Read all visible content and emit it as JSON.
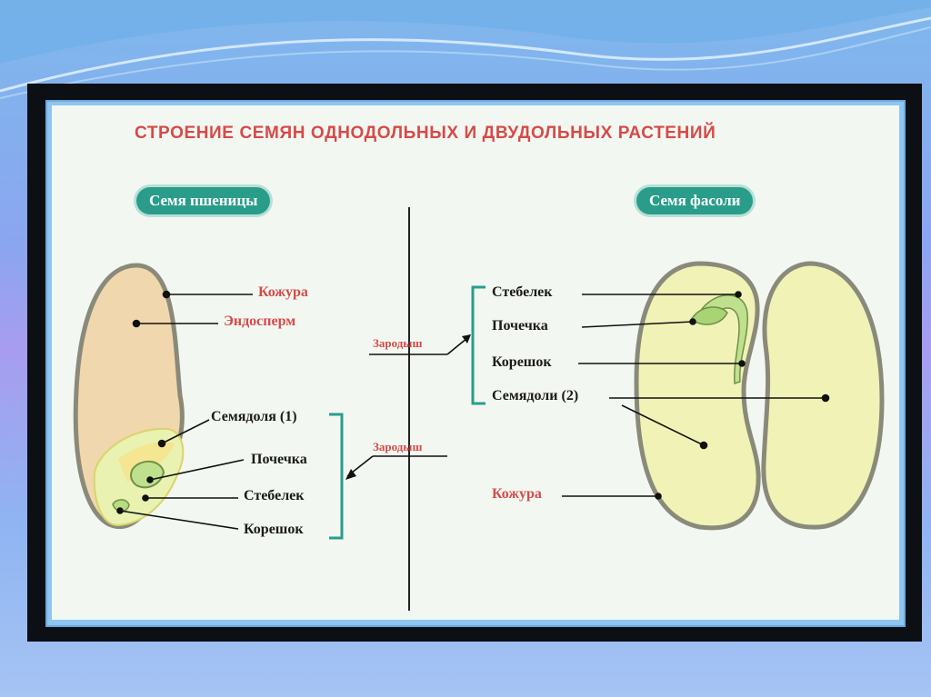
{
  "title": "СТРОЕНИЕ СЕМЯН ОДНОДОЛЬНЫХ И ДВУДОЛЬНЫХ РАСТЕНИЙ",
  "wheat": {
    "badge": "Семя пшеницы",
    "labels": {
      "coat": "Кожура",
      "endosperm": "Эндосперм",
      "cotyledon": "Семядоля (1)",
      "bud": "Почечка",
      "stem": "Стебелек",
      "root": "Корешок"
    },
    "embryo_label": "Зародыш"
  },
  "bean": {
    "badge": "Семя фасоли",
    "labels": {
      "stem": "Стебелек",
      "bud": "Почечка",
      "root": "Корешок",
      "cotyledons": "Семядоли (2)",
      "coat": "Кожура"
    },
    "embryo_label": "Зародыш"
  },
  "colors": {
    "title": "#d64a48",
    "badge": "#2a9d8a",
    "bracket": "#2a9d8a",
    "endosperm": "#f3d9ae",
    "cotyledon": "#f3f3b8",
    "embryo": "#c9e39a"
  }
}
